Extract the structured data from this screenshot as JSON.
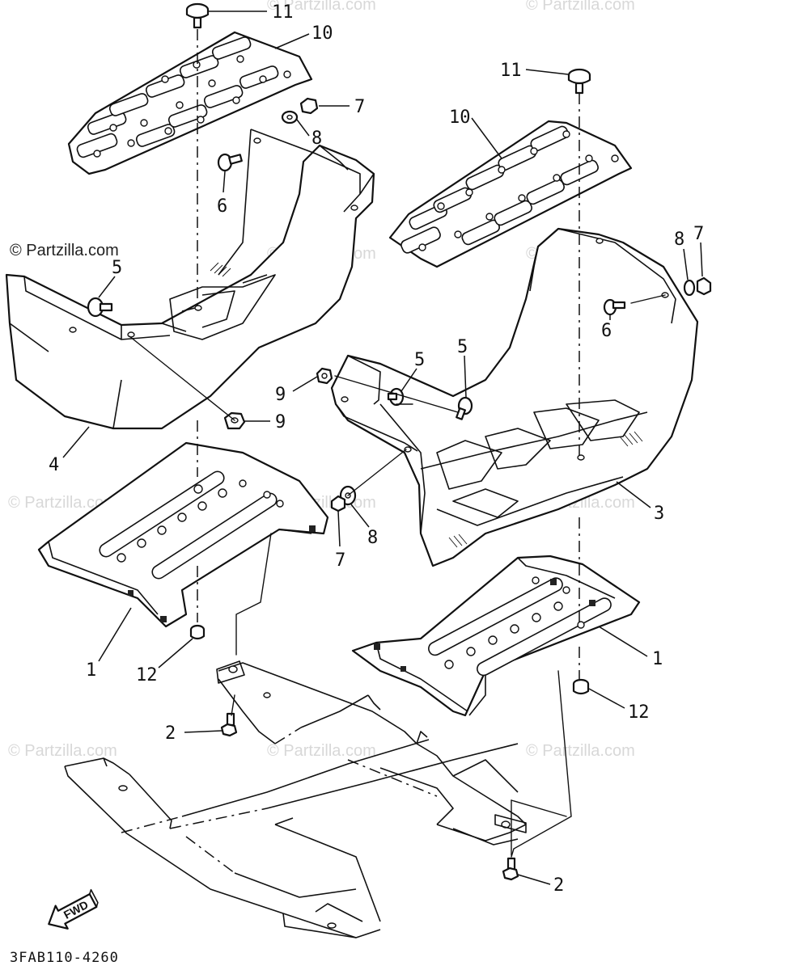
{
  "watermark_primary": "© Partzilla.com",
  "watermark_faint": "© Partzilla.com",
  "diagram_code": "3FAB110-4260",
  "fwd_label": "FWD",
  "callouts": [
    {
      "id": "c-11-left",
      "number": "11"
    },
    {
      "id": "c-10-left",
      "number": "10"
    },
    {
      "id": "c-7-left",
      "number": "7"
    },
    {
      "id": "c-8-left",
      "number": "8"
    },
    {
      "id": "c-6-left",
      "number": "6"
    },
    {
      "id": "c-5-left",
      "number": "5"
    },
    {
      "id": "c-9-left-low",
      "number": "9"
    },
    {
      "id": "c-4",
      "number": "4"
    },
    {
      "id": "c-11-right",
      "number": "11"
    },
    {
      "id": "c-10-right",
      "number": "10"
    },
    {
      "id": "c-8-right",
      "number": "8"
    },
    {
      "id": "c-7-right",
      "number": "7"
    },
    {
      "id": "c-6-right",
      "number": "6"
    },
    {
      "id": "c-5-right-a",
      "number": "5"
    },
    {
      "id": "c-5-right-b",
      "number": "5"
    },
    {
      "id": "c-9-right",
      "number": "9"
    },
    {
      "id": "c-8-mid",
      "number": "8"
    },
    {
      "id": "c-7-mid",
      "number": "7"
    },
    {
      "id": "c-3",
      "number": "3"
    },
    {
      "id": "c-1-left",
      "number": "1"
    },
    {
      "id": "c-12-left",
      "number": "12"
    },
    {
      "id": "c-1-right",
      "number": "1"
    },
    {
      "id": "c-12-right",
      "number": "12"
    },
    {
      "id": "c-2-left",
      "number": "2"
    },
    {
      "id": "c-2-right",
      "number": "2"
    }
  ]
}
